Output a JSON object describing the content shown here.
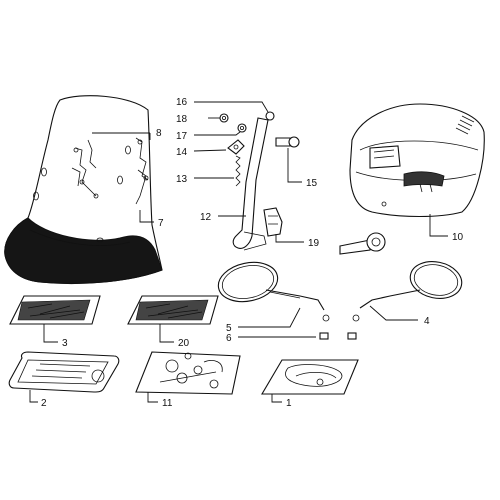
{
  "callouts": {
    "c1": "1",
    "c2": "2",
    "c3": "3",
    "c4": "4",
    "c5": "5",
    "c6": "6",
    "c7": "7",
    "c8": "8",
    "c10": "10",
    "c11": "11",
    "c12": "12",
    "c13": "13",
    "c14": "14",
    "c15": "15",
    "c16": "16",
    "c17": "17",
    "c18": "18",
    "c19": "19",
    "c20": "20"
  }
}
